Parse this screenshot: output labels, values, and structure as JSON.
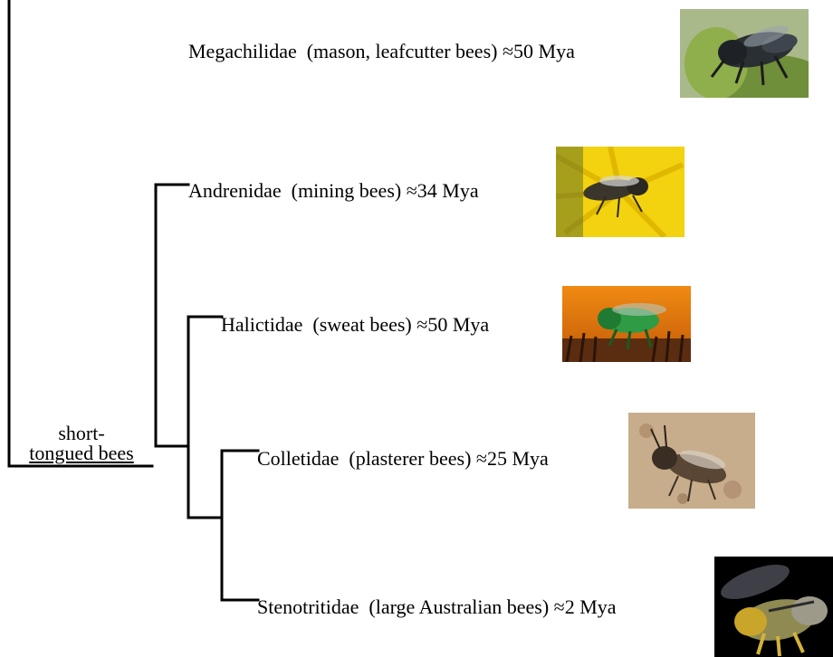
{
  "clade_label": {
    "line1": "short-",
    "line2": "tongued bees"
  },
  "taxa": [
    {
      "id": "megachilidae",
      "name": "Megachilidae",
      "common": "(mason, leafcutter bees)",
      "age": "≈50 Mya",
      "photo_icon": "mason-bee-photo"
    },
    {
      "id": "andrenidae",
      "name": "Andrenidae",
      "common": "(mining bees)",
      "age": "≈34 Mya",
      "photo_icon": "mining-bee-photo"
    },
    {
      "id": "halictidae",
      "name": "Halictidae",
      "common": "(sweat bees)",
      "age": "≈50 Mya",
      "photo_icon": "sweat-bee-photo"
    },
    {
      "id": "colletidae",
      "name": "Colletidae",
      "common": "(plasterer bees)",
      "age": "≈25 Mya",
      "photo_icon": "plasterer-bee-photo"
    },
    {
      "id": "stenotritidae",
      "name": "Stenotritidae",
      "common": "(large Australian bees)",
      "age": "≈2 Mya",
      "photo_icon": "australian-bee-photo"
    }
  ]
}
